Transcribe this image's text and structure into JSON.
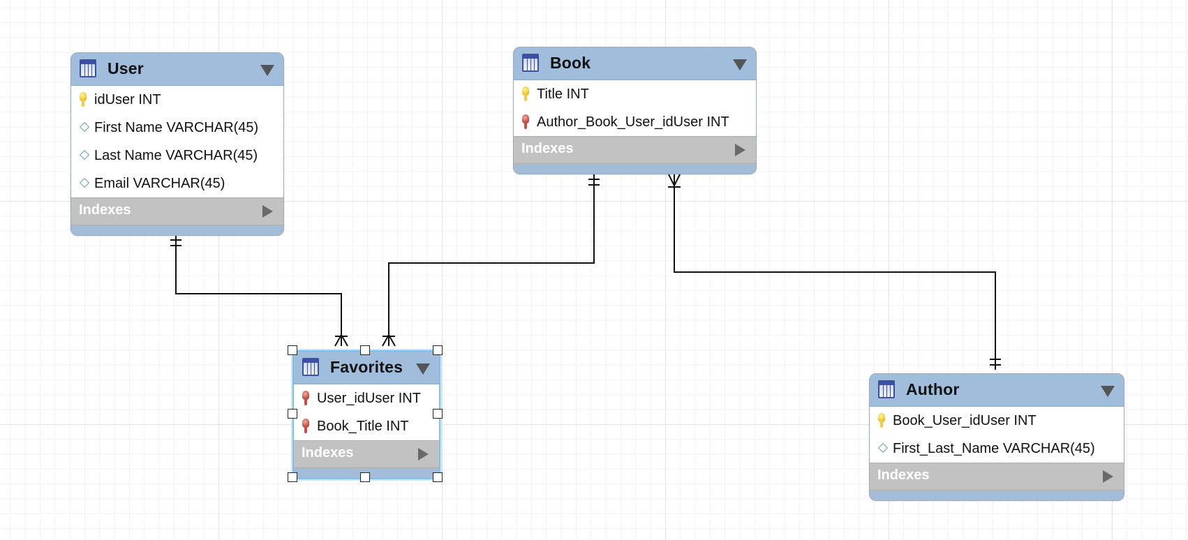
{
  "entities": [
    {
      "id": "user",
      "title": "User",
      "columns": [
        {
          "name": "idUser INT",
          "key": "pk"
        },
        {
          "name": "First Name VARCHAR(45)",
          "key": "none"
        },
        {
          "name": "Last Name VARCHAR(45)",
          "key": "none"
        },
        {
          "name": "Email VARCHAR(45)",
          "key": "none"
        }
      ],
      "indexes_label": "Indexes"
    },
    {
      "id": "book",
      "title": "Book",
      "columns": [
        {
          "name": "Title INT",
          "key": "pk"
        },
        {
          "name": "Author_Book_User_idUser INT",
          "key": "fk"
        }
      ],
      "indexes_label": "Indexes"
    },
    {
      "id": "favorites",
      "title": "Favorites",
      "selected": true,
      "columns": [
        {
          "name": "User_idUser INT",
          "key": "fk"
        },
        {
          "name": "Book_Title INT",
          "key": "fk"
        }
      ],
      "indexes_label": "Indexes"
    },
    {
      "id": "author",
      "title": "Author",
      "columns": [
        {
          "name": "Book_User_idUser INT",
          "key": "pk"
        },
        {
          "name": "First_Last_Name VARCHAR(45)",
          "key": "none"
        }
      ],
      "indexes_label": "Indexes"
    }
  ],
  "relationships": [
    {
      "from": "user",
      "to": "favorites",
      "from_end": "one-and-only-one",
      "to_end": "one-or-many"
    },
    {
      "from": "book",
      "to": "favorites",
      "from_end": "one-and-only-one",
      "to_end": "one-or-many"
    },
    {
      "from": "book",
      "to": "author",
      "from_end": "one-or-many",
      "to_end": "one-and-only-one"
    }
  ],
  "colors": {
    "header": "#a0bddb",
    "indexes_bar": "#c2c2c2",
    "connector": "#111111",
    "selection": "#7fc0ec",
    "primary_key": "#f3d447",
    "foreign_key": "#d4655a"
  },
  "icons": {
    "table": "table-icon",
    "dropdown": "triangle-down-icon",
    "expand": "triangle-right-icon",
    "primary_key": "primary-key-icon",
    "foreign_key": "foreign-key-icon",
    "column": "diamond-icon"
  }
}
